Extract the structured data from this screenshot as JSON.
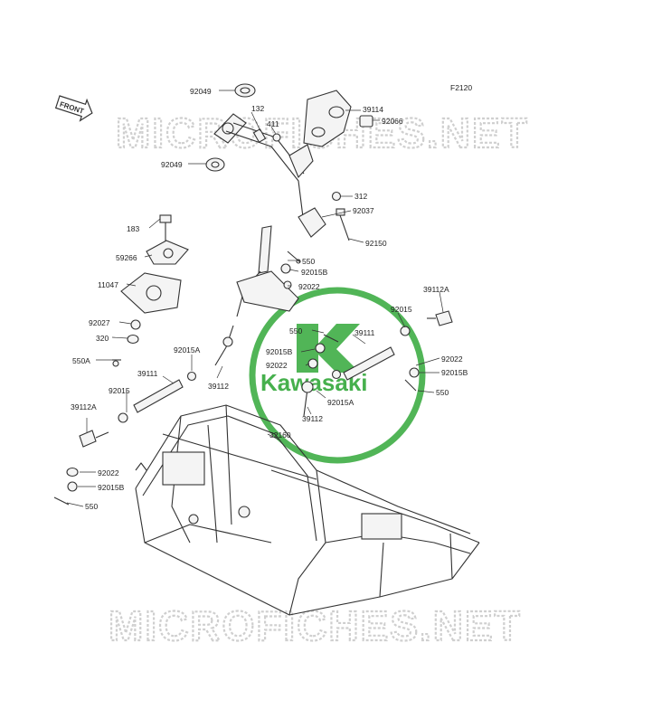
{
  "diagram": {
    "figure_code": "F2120",
    "front_badge": "FRONT",
    "watermark_text": "MICROFICHES.NET",
    "logo_text": "Kawasaki",
    "colors": {
      "logo": "#33a83a",
      "line": "#333333",
      "watermark": "#cfcfcf"
    },
    "parts": [
      "92049",
      "132",
      "411",
      "39114",
      "92066",
      "92049",
      "312",
      "92037",
      "92150",
      "183",
      "59266",
      "11047",
      "550",
      "92015B",
      "92022",
      "39112A",
      "92015",
      "92027",
      "320",
      "550A",
      "92015A",
      "550",
      "39111",
      "92015B",
      "92022",
      "92022",
      "92015B",
      "39111",
      "39112",
      "92015A",
      "550",
      "92015",
      "39112",
      "39112A",
      "32160",
      "92022",
      "92015B",
      "550"
    ]
  }
}
